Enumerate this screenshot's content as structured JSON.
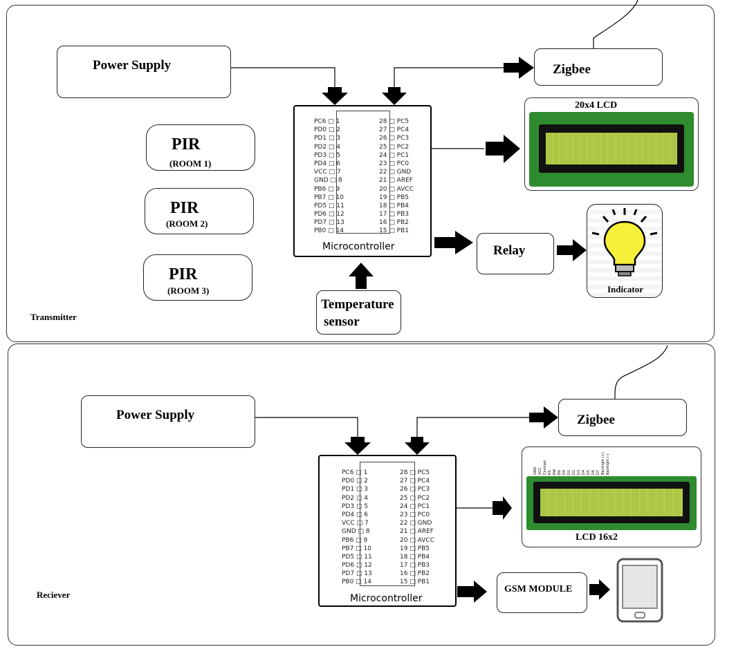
{
  "transmitter": {
    "section_label": "Transmitter",
    "power_supply": "Power Supply",
    "zigbee": "Zigbee",
    "lcd_label": "20x4 LCD",
    "pir": [
      {
        "title": "PIR",
        "room": "(ROOM 1)"
      },
      {
        "title": "PIR",
        "room": "(ROOM 2)"
      },
      {
        "title": "PIR",
        "room": "(ROOM 3)"
      }
    ],
    "microcontroller": "Microcontroller",
    "relay": "Relay",
    "indicator": "Indicator",
    "temperature_line1": "Temperature",
    "temperature_line2": "sensor"
  },
  "receiver": {
    "section_label": "Reciever",
    "power_supply": "Power Supply",
    "zigbee": "Zigbee",
    "microcontroller": "Microcontroller",
    "lcd_label": "LCD 16x2",
    "gsm": "GSM MODULE",
    "lcd_pin_labels": [
      "GND",
      "VCC",
      "Contrast",
      "RS",
      "RW",
      "EN",
      "D0",
      "D1",
      "D2",
      "D3",
      "D4",
      "D5",
      "D6",
      "D7",
      "Backlight (+)",
      "Backlight (-)"
    ]
  },
  "chip_pins_left": [
    "PC6 □ 1",
    "PD0 □ 2",
    "PD1 □ 3",
    "PD2 □ 4",
    "PD3 □ 5",
    "PD4 □ 6",
    "VCC □ 7",
    "GND □ 8",
    "PB6 □ 9",
    "PB7 □ 10",
    "PD5 □ 11",
    "PD6 □ 12",
    "PD7 □ 13",
    "PB0 □ 14"
  ],
  "chip_pins_right": [
    "28 □ PC5",
    "27 □ PC4",
    "26 □ PC3",
    "25 □ PC2",
    "24 □ PC1",
    "23 □ PC0",
    "22 □ GND",
    "21 □ AREF",
    "20 □ AVCC",
    "19 □ PB5",
    "18 □ PB4",
    "17 □ PB3",
    "16 □ PB2",
    "15 □ PB1"
  ],
  "colors": {
    "lcd_green": "#2e8b2e",
    "lcd_screen": "#b9d64a",
    "bulb": "#f6f03a"
  }
}
